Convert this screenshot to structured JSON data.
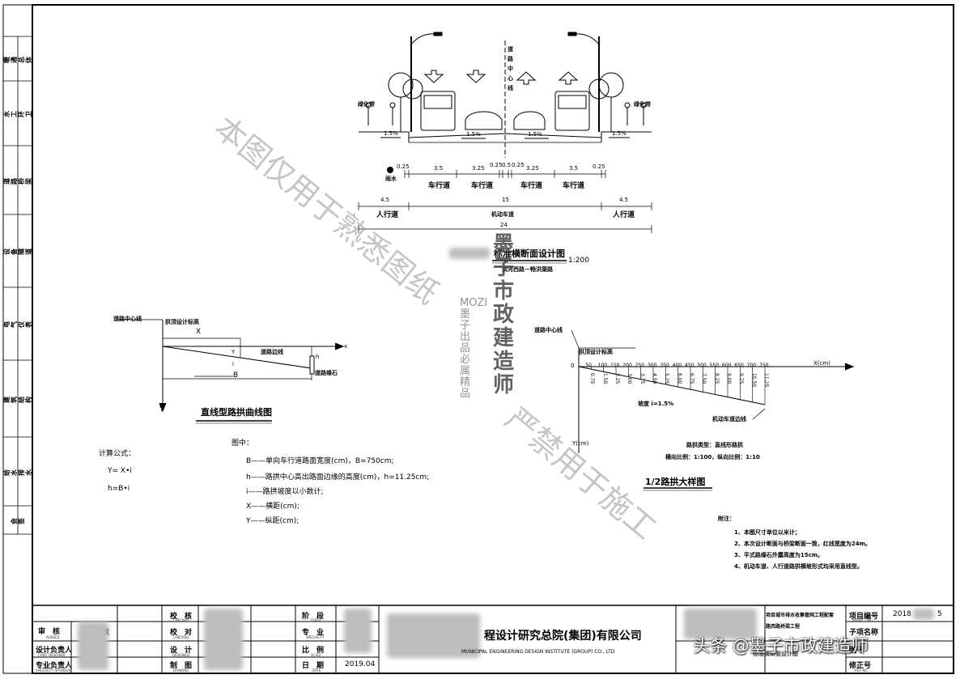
{
  "cross_section": {
    "labels": {
      "green_left": "绿化带",
      "green_right": "绿化带",
      "centerline": "道路中心线",
      "slope_a": "1.5%",
      "slope_b": "1.5%",
      "slope_c": "1.5%",
      "slope_d": "1.5%",
      "rain": "雨水"
    },
    "dims_row1": [
      "0.25",
      "3.5",
      "3.25",
      "0.25",
      "0.5",
      "0.25",
      "3.25",
      "3.5",
      "0.25"
    ],
    "lane_labels": [
      "车行道",
      "车行道",
      "车行道",
      "车行道"
    ],
    "dims_row2": [
      "4.5",
      "15",
      "4.5"
    ],
    "zone_labels": [
      "人行道",
      "机动车道",
      "人行道"
    ],
    "total": "24",
    "title": "标准横断面设计图",
    "subtitle": "滨河西路－畅洪渠路",
    "scale": "1:200"
  },
  "curve_diagram": {
    "centerline": "道路中心线",
    "design_elev": "拱顶设计标高",
    "axis_x": "x",
    "axis_y": "Y",
    "X": "X",
    "Y_small": "Y",
    "i": "i",
    "h": "h",
    "edge": "道路边线",
    "curb": "道路缘石",
    "B": "B",
    "title": "直线型路拱曲线图",
    "legend_head": "图中：",
    "legend": [
      "B——单向车行道路面宽度(cm)，B=750cm;",
      "h——路拱中心高出路面边缘的高度(cm)，h=11.25cm;",
      "i——路拱坡度以小数计;",
      "X——横距(cm);",
      "Y——纵距(cm);"
    ],
    "formula_head": "计算公式：",
    "formulas": [
      "Y= X•i",
      "h=B•i"
    ]
  },
  "half_crown": {
    "centerline": "道路中心线",
    "design_elev": "拱顶设计标高",
    "origin": "0",
    "x_axis": "X(cm)",
    "y_axis": "Y(cm)",
    "x_values": [
      "50",
      "100",
      "150",
      "200",
      "250",
      "300",
      "350",
      "400",
      "450",
      "500",
      "550",
      "600",
      "650",
      "700",
      "750"
    ],
    "y_values": [
      "0.75",
      "1.50",
      "2.25",
      "3.00",
      "3.75",
      "4.50",
      "5.25",
      "6.00",
      "6.75",
      "7.50",
      "8.25",
      "9.00",
      "9.75",
      "10.50",
      "11.25"
    ],
    "slope_label": "坡度 i=1.5%",
    "lane_edge": "机动车道边线",
    "type": "路拱类型：直线形路拱",
    "ratio": "横向比例：1:100，纵向比例：1:10",
    "title": "1/2路拱大样图"
  },
  "notes": {
    "head": "附注：",
    "items": [
      "1、本图尺寸单位以米计；",
      "2、本次设计断面与桥梁断面一致，红线宽度为24m。",
      "3、平式路缘石外露高度为15cm。",
      "4、机动车道、人行道路拱横坡形式均采用直线型。"
    ]
  },
  "sign_column": [
    [
      "暖通",
      "总体"
    ],
    [
      "水工",
      "环卫"
    ],
    [
      "道路",
      "桥梁"
    ],
    [
      "设备",
      "隧道"
    ],
    [
      "电气",
      "仪表"
    ],
    [
      "建筑",
      "结构"
    ],
    [
      "给水",
      "排水"
    ],
    [
      "会签"
    ]
  ],
  "title_block": {
    "left_rows": [
      {
        "label": "审　核",
        "en": "AGREED"
      },
      {
        "label": "设计负责人",
        "en": "CHIEF DESIGNER"
      },
      {
        "label": "专业负责人",
        "en": "SPECIALITY SPONSOR"
      }
    ],
    "left_partial": "核",
    "mid_rows": [
      {
        "label": "校　核",
        "en": "CHECKED"
      },
      {
        "label": "校　对",
        "en": "CHECKED"
      },
      {
        "label": "设　计",
        "en": "DESIGNED"
      },
      {
        "label": "制　图",
        "en": "DRAWING"
      }
    ],
    "info_rows": [
      {
        "label": "阶　段",
        "en": "STAGE",
        "value": ""
      },
      {
        "label": "专　业",
        "en": "SPECIALITY",
        "value": ""
      },
      {
        "label": "比　例",
        "en": "SCALE",
        "value": ""
      },
      {
        "label": "日　期",
        "en": "DATE",
        "value": "2019.04"
      }
    ],
    "company_cn": "程设计研究总院(集团)有限公司",
    "company_en": "MUNICIPAL ENGINEERING DESIGN INSTITUTE (GROUP) CO., LTD",
    "project_line1": "项目城市排水收集管网工程配套",
    "project_line2": "路西路桥梁工程",
    "drawing_name": "标准横断面设计图",
    "right_rows": [
      {
        "label": "项目编号",
        "en": "PROJECT NO.",
        "value": "2018"
      },
      {
        "label": "子项名称",
        "en": "",
        "value": ""
      },
      {
        "label": "图号",
        "en": "",
        "value": ""
      },
      {
        "label": "修正号",
        "en": "REV NO.",
        "value": ""
      }
    ],
    "proj_tail": "5"
  },
  "watermarks": {
    "diagonal1": "本图仅用于熟悉图纸",
    "diagonal2": "严禁用于施工",
    "vertical_brand": "墨子市政建造师",
    "vertical_small": "MOZI墨子出品 必属精品",
    "corner": "头条 @墨子市政建造师"
  }
}
